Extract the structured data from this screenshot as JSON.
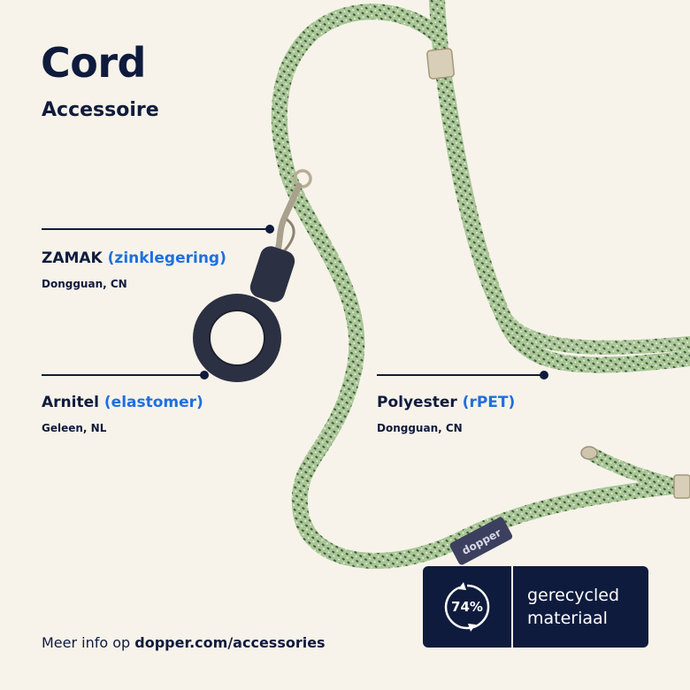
{
  "title": "Cord",
  "subtitle": "Accessoire",
  "materials": [
    {
      "name": "ZAMAK",
      "detail": "(zinklegering)",
      "origin": "Dongguan, CN"
    },
    {
      "name": "Arnitel",
      "detail": "(elastomer)",
      "origin": "Geleen, NL"
    },
    {
      "name": "Polyester",
      "detail": "(rPET)",
      "origin": "Dongguan, CN"
    }
  ],
  "badge": {
    "percent": "74%",
    "line1": "gerecycled",
    "line2": "materiaal"
  },
  "tag_text": "dopper",
  "footer": {
    "prefix": "Meer info op ",
    "domain": "dopper.com",
    "path": "/accessories"
  },
  "colors": {
    "background": "#f7f3ea",
    "navy": "#0f1b3d",
    "accent_blue": "#1e6fe0",
    "cord_green": "#a8c494",
    "cord_dark": "#3b5a3a",
    "metal": "#cfc5ad"
  }
}
